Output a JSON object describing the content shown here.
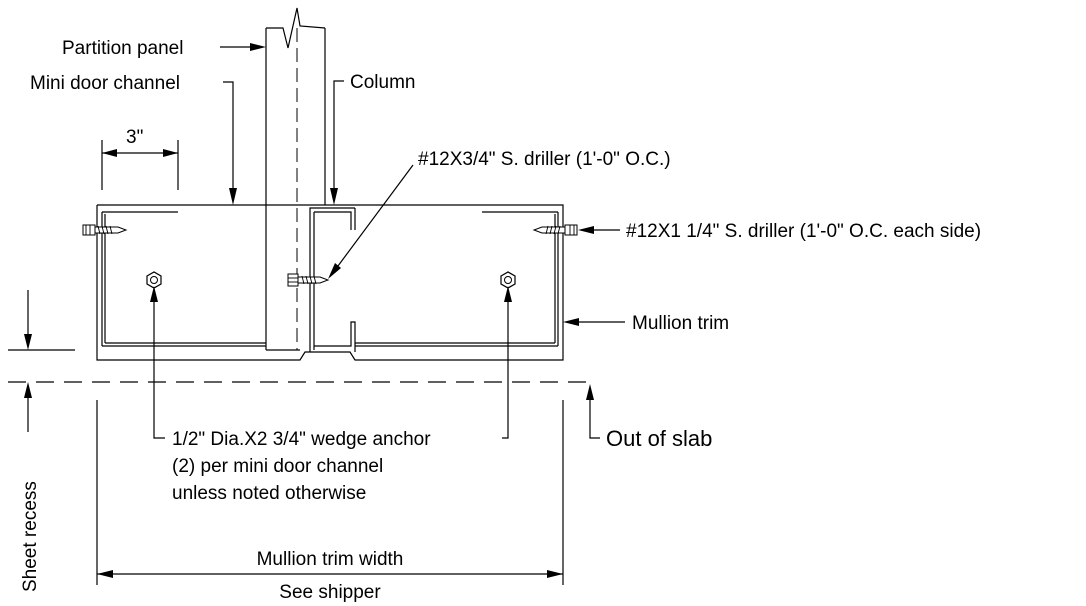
{
  "labels": {
    "partition_panel": "Partition panel",
    "mini_door_channel": "Mini door channel",
    "column": "Column",
    "dim_3in": "3\"",
    "screw_center": "#12X3/4\" S. driller (1'-0\" O.C.)",
    "screw_side": "#12X1 1/4\" S. driller (1'-0\" O.C. each side)",
    "mullion_trim": "Mullion trim",
    "out_of_slab": "Out of slab",
    "anchor_line1": "1/2\" Dia.X2 3/4\" wedge anchor",
    "anchor_line2": "(2) per mini door channel",
    "anchor_line3": "unless noted otherwise",
    "sheet_recess": "Sheet recess",
    "width_label": "Mullion trim width",
    "see_shipper": "See shipper"
  }
}
